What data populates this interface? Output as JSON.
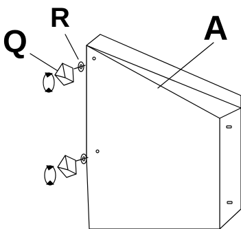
{
  "callouts": {
    "q": "Q",
    "r": "R",
    "a": "A"
  },
  "colors": {
    "line": "#000000",
    "fill": "#ffffff"
  },
  "icons": {
    "rotation_arrow": "rotate-icon",
    "washer": "washer-icon",
    "bracket": "foot-bracket-icon"
  }
}
